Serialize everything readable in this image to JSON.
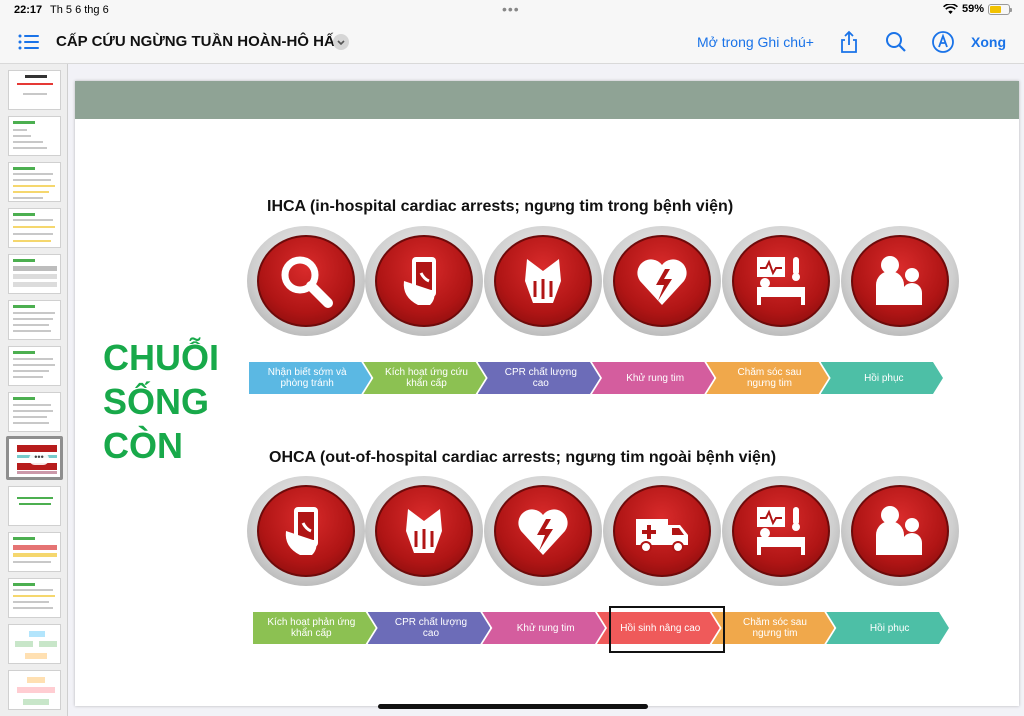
{
  "status_bar": {
    "time": "22:17",
    "date": "Th 5 6 thg 6",
    "battery_percent": "59%",
    "battery_level": 0.59
  },
  "toolbar": {
    "title": "CẤP CỨU NGỪNG TUẦN HOÀN-HÔ HẤP",
    "open_in_notes": "Mở trong Ghi chú+",
    "done_label": "Xong",
    "icons": [
      "list-icon",
      "chevron-down-icon",
      "share-icon",
      "search-icon",
      "markup-icon"
    ]
  },
  "sidebar": {
    "thumbnail_count": 14,
    "selected_index": 8,
    "more_glyph": "•••"
  },
  "slide": {
    "chain_title": [
      "CHUỖI",
      "SỐNG",
      "CÒN"
    ],
    "ihca": {
      "heading": "IHCA (in-hospital cardiac arrests; ngưng tim trong bệnh viện)",
      "icons": [
        "magnifier-icon",
        "phone-hand-icon",
        "cpr-hands-icon",
        "defibrillator-heart-icon",
        "patient-monitor-bed-icon",
        "recovery-people-icon"
      ],
      "steps": [
        {
          "label": "Nhận biết sớm và phòng tránh",
          "color": "#5bb8e3"
        },
        {
          "label": "Kích hoạt ứng cứu khẩn cấp",
          "color": "#8cc152"
        },
        {
          "label": "CPR chất lượng cao",
          "color": "#6c6cb8"
        },
        {
          "label": "Khử rung tim",
          "color": "#d45d9e"
        },
        {
          "label": "Chăm sóc sau ngưng tim",
          "color": "#f0a84b"
        },
        {
          "label": "Hồi phục",
          "color": "#4dbfa6"
        }
      ]
    },
    "ohca": {
      "heading": "OHCA (out-of-hospital cardiac arrests; ngưng tim ngoài bệnh viện)",
      "icons": [
        "phone-hand-icon",
        "cpr-hands-icon",
        "defibrillator-heart-icon",
        "ambulance-icon",
        "patient-monitor-bed-icon",
        "recovery-people-icon"
      ],
      "steps": [
        {
          "label": "Kích hoạt phản ứng khẩn cấp",
          "color": "#8cc152"
        },
        {
          "label": "CPR chất lượng cao",
          "color": "#6c6cb8"
        },
        {
          "label": "Khử rung tim",
          "color": "#d45d9e"
        },
        {
          "label": "Hồi sinh nâng cao",
          "color": "#ef5a5a"
        },
        {
          "label": "Chăm sóc sau ngưng tim",
          "color": "#f0a84b"
        },
        {
          "label": "Hồi phục",
          "color": "#4dbfa6"
        }
      ]
    }
  }
}
